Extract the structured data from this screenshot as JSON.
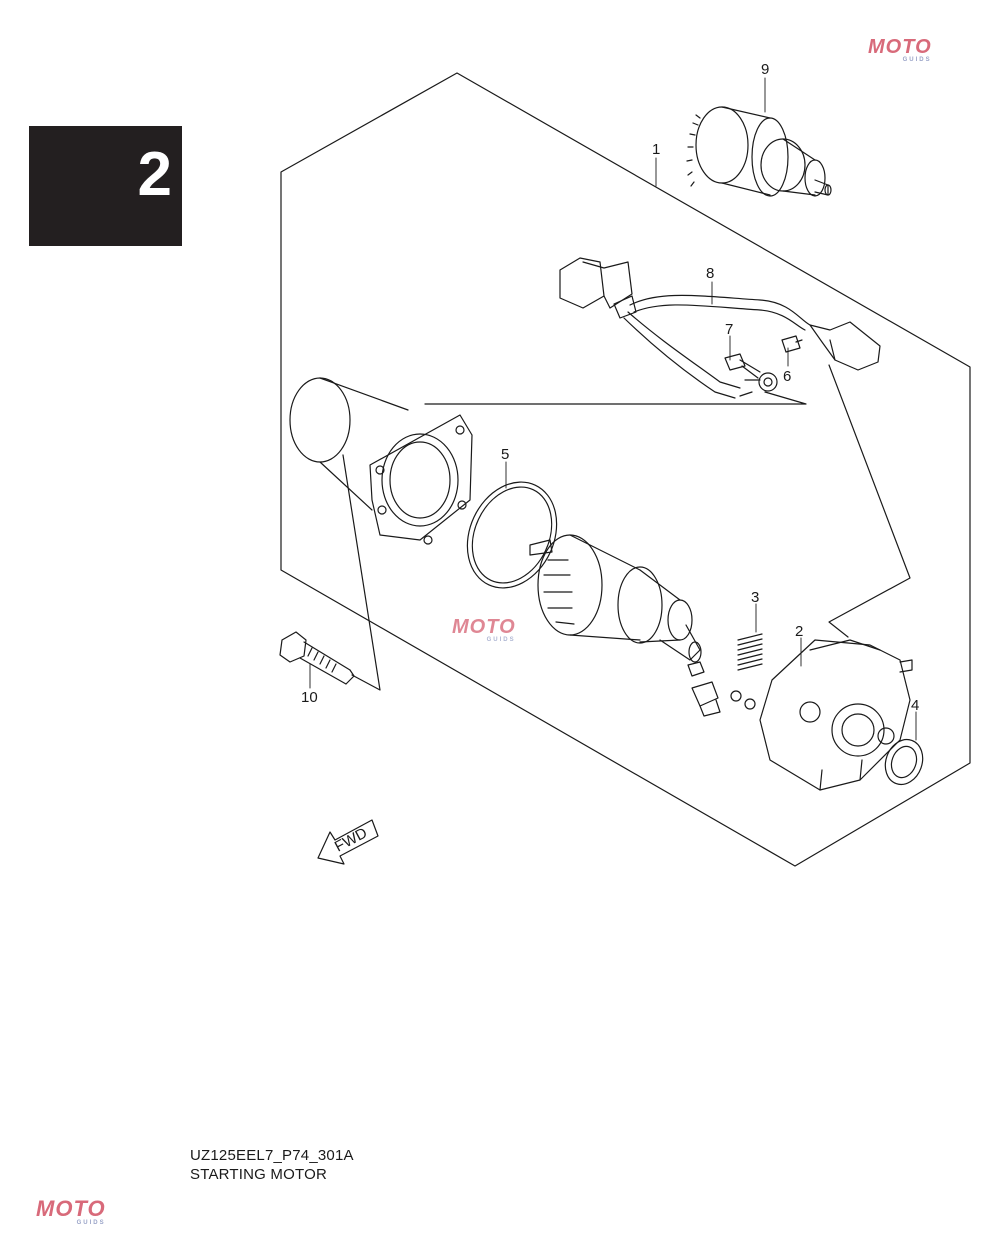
{
  "section_number": "2",
  "callouts": {
    "c1": "1",
    "c2": "2",
    "c3": "3",
    "c4": "4",
    "c5": "5",
    "c6": "6",
    "c7": "7",
    "c8": "8",
    "c9": "9",
    "c10": "10"
  },
  "fwd_label": "FWD",
  "caption": {
    "code": "UZ125EEL7_P74_301A",
    "title": "STARTING MOTOR"
  },
  "watermark": {
    "text": "MOTO",
    "sub": "GUIDS"
  },
  "colors": {
    "ink": "#1a1a1a",
    "tab": "#231f20",
    "watermark_red": "#d86a7a",
    "watermark_blue": "#9aa4c8"
  }
}
